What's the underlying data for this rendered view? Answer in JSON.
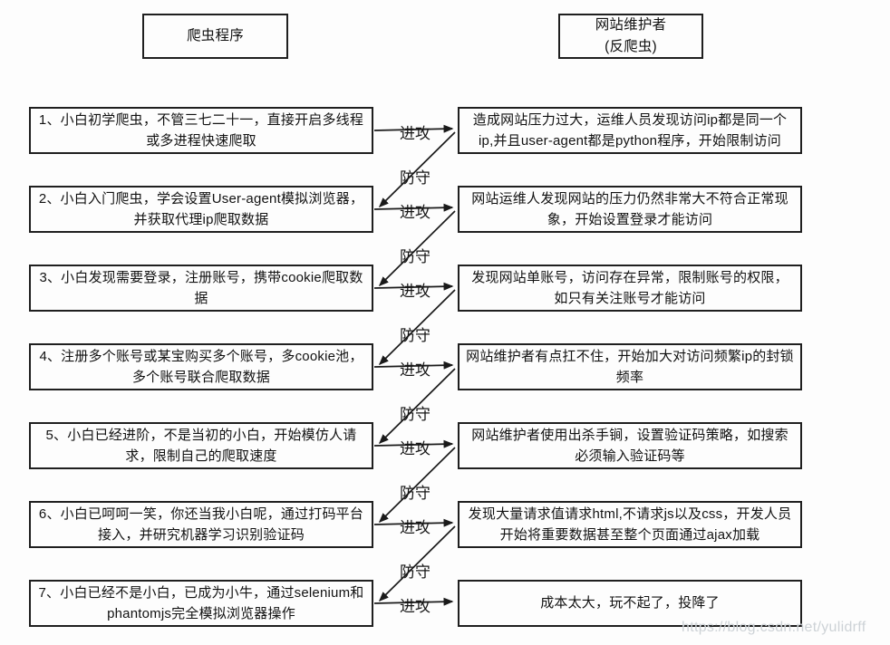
{
  "headers": {
    "left": "爬虫程序",
    "right_line1": "网站维护者",
    "right_line2": "(反爬虫)"
  },
  "labels": {
    "attack": "进攻",
    "defend": "防守"
  },
  "rows": [
    {
      "left": "1、小白初学爬虫，不管三七二十一，直接开启多线程或多进程快速爬取",
      "right": "造成网站压力过大，运维人员发现访问ip都是同一个ip,并且user-agent都是python程序，开始限制访问"
    },
    {
      "left": "2、小白入门爬虫，学会设置User-agent模拟浏览器，并获取代理ip爬取数据",
      "right": "网站运维人发现网站的压力仍然非常大不符合正常现象，开始设置登录才能访问"
    },
    {
      "left": "3、小白发现需要登录，注册账号，携带cookie爬取数据",
      "right": "发现网站单账号，访问存在异常，限制账号的权限，如只有关注账号才能访问"
    },
    {
      "left": "4、注册多个账号或某宝购买多个账号，多cookie池，多个账号联合爬取数据",
      "right": "网站维护者有点扛不住，开始加大对访问频繁ip的封锁频率"
    },
    {
      "left": "5、小白已经进阶，不是当初的小白，开始模仿人请求，限制自己的爬取速度",
      "right": "网站维护者使用出杀手锏，设置验证码策略，如搜索必须输入验证码等"
    },
    {
      "left": "6、小白已呵呵一笑，你还当我小白呢，通过打码平台接入，并研究机器学习识别验证码",
      "right": "发现大量请求值请求html,不请求js以及css，开发人员开始将重要数据甚至整个页面通过ajax加载"
    },
    {
      "left": "7、小白已经不是小白，已成为小牛，通过selenium和phantomjs完全模拟浏览器操作",
      "right": "成本太大，玩不起了，投降了"
    }
  ],
  "watermark": "https://blog.csdn.net/yulidrff",
  "colors": {
    "line": "#1a1a1a",
    "watermark": "#cdd2d6"
  }
}
